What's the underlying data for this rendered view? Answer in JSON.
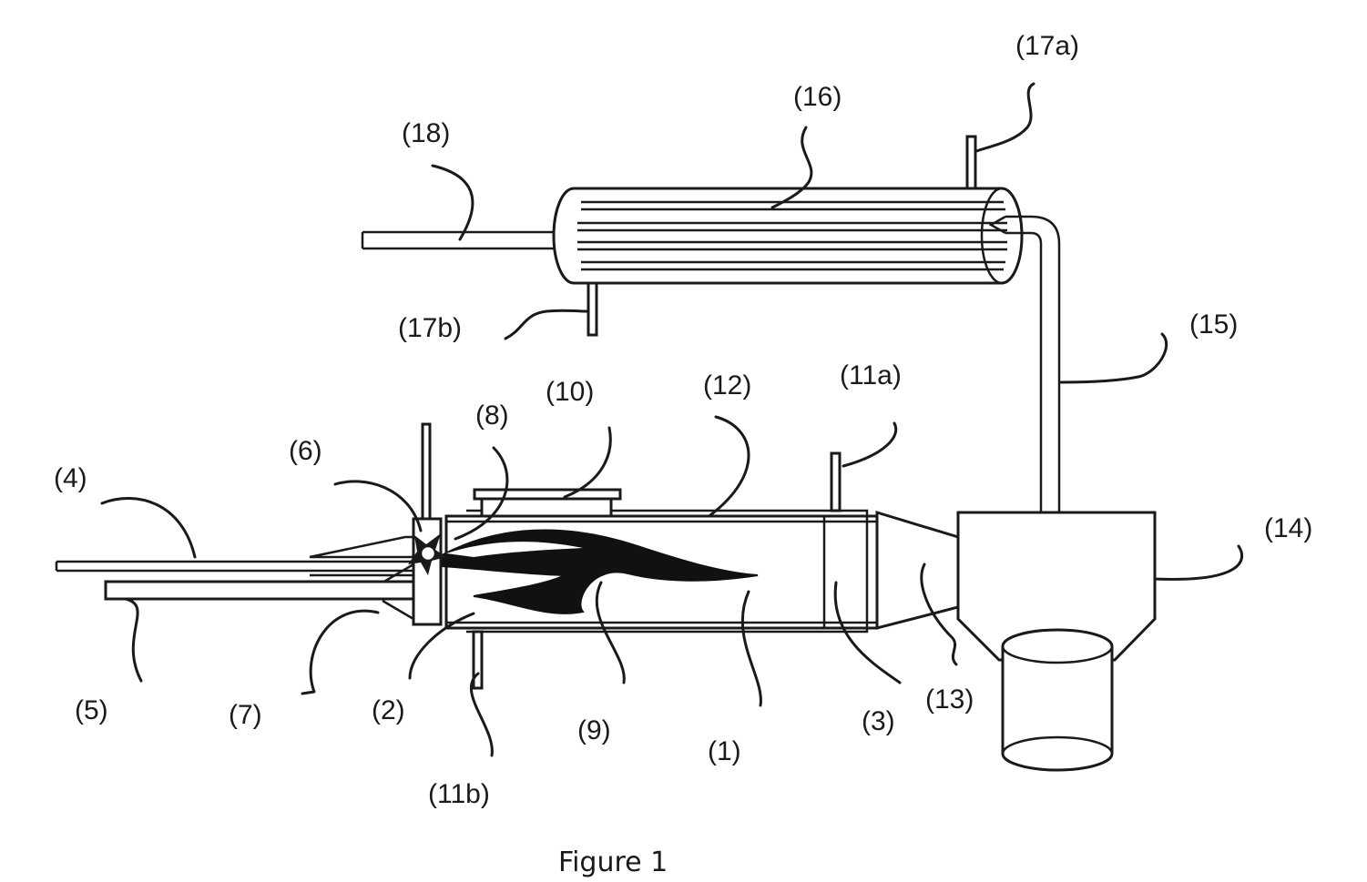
{
  "caption": "Figure 1",
  "labels": {
    "l1": "(1)",
    "l2": "(2)",
    "l3": "(3)",
    "l4": "(4)",
    "l5": "(5)",
    "l6": "(6)",
    "l7": "(7)",
    "l8": "(8)",
    "l9": "(9)",
    "l10": "(10)",
    "l11a": "(11a)",
    "l11b": "(11b)",
    "l12": "(12)",
    "l13": "(13)",
    "l14": "(14)",
    "l15": "(15)",
    "l16": "(16)",
    "l17a": "(17a)",
    "l17b": "(17b)",
    "l18": "(18)"
  }
}
